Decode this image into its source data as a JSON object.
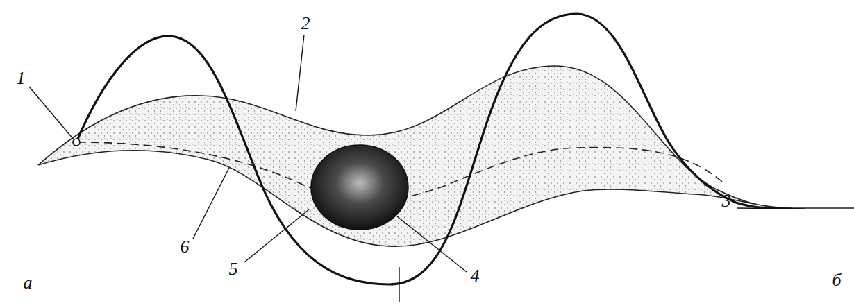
{
  "diagram": {
    "labels": [
      "1",
      "2",
      "3",
      "4",
      "5",
      "6",
      "а",
      "б"
    ]
  }
}
